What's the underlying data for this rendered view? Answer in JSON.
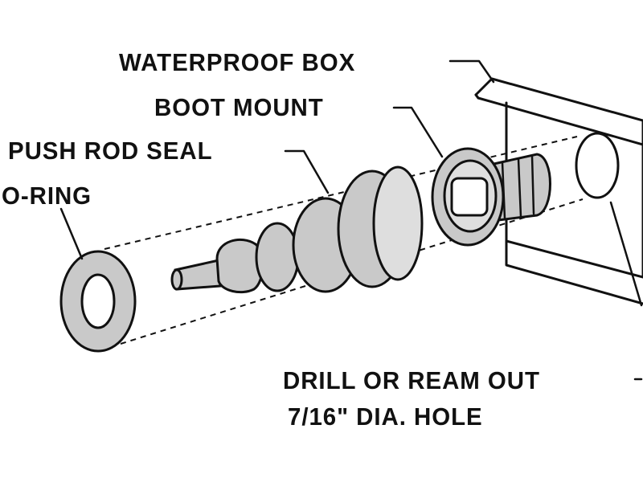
{
  "labels": {
    "waterproof_box": "WATERPROOF BOX",
    "boot_mount": "BOOT MOUNT",
    "push_rod_seal": "PUSH ROD SEAL",
    "o_ring": "O-RING",
    "drill_line1": "DRILL OR REAM OUT",
    "drill_line2": "7/16\" DIA. HOLE"
  },
  "colors": {
    "ink": "#111111",
    "part_fill": "#c9c9c9",
    "background": "#ffffff"
  }
}
